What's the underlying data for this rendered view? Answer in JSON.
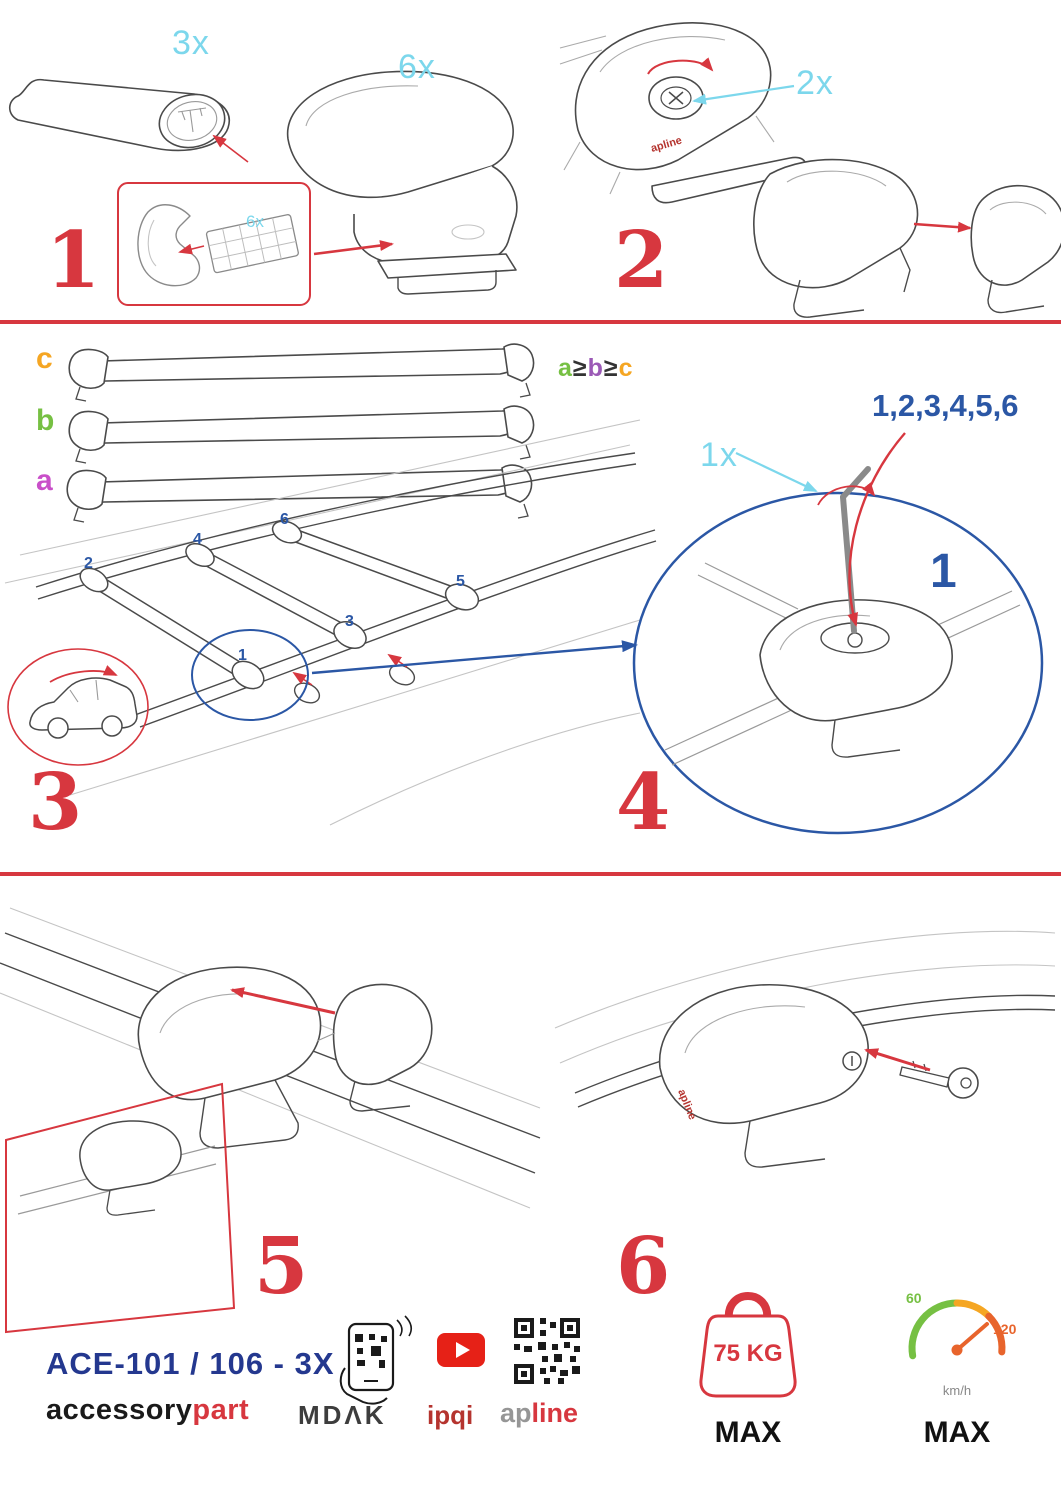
{
  "colors": {
    "red": "#d7373f",
    "cyan": "#7cd7ec",
    "blue": "#2b57a5",
    "navy": "#24388f",
    "orange": "#f5a623",
    "green": "#76c043",
    "magenta": "#c94fc9",
    "purple": "#9b59b6"
  },
  "logo": "apline",
  "step1": {
    "number": "1",
    "bar_qty": "3x",
    "foot_qty": "6x",
    "pad_qty": "6x"
  },
  "step2": {
    "number": "2",
    "lock_qty": "2x"
  },
  "step3": {
    "number": "3",
    "bar_c_label": "c",
    "bar_b_label": "b",
    "bar_a_label": "a",
    "size_rule": {
      "a": "a",
      "geq1": "≥",
      "b": "b",
      "geq2": "≥",
      "c": "c"
    },
    "positions": [
      "1",
      "2",
      "3",
      "4",
      "5",
      "6"
    ]
  },
  "step4": {
    "number": "4",
    "tighten_sequence": "1,2,3,4,5,6",
    "key_qty": "1x",
    "position_label": "1"
  },
  "step5": {
    "number": "5"
  },
  "step6": {
    "number": "6"
  },
  "footer": {
    "product_code": "ACE-101 / 106 - 3X",
    "brand_accessory": "accessory",
    "brand_part": "part",
    "brand_mdak": "MDΛK",
    "brand_ipqi": "ipqi",
    "brand_ap": "ap",
    "brand_line": "line",
    "weight_limit": "75 KG",
    "weight_max_label": "MAX",
    "speed_min_tick": "60",
    "speed_max_tick": "120",
    "speed_unit": "km/h",
    "speed_max_label": "MAX"
  }
}
